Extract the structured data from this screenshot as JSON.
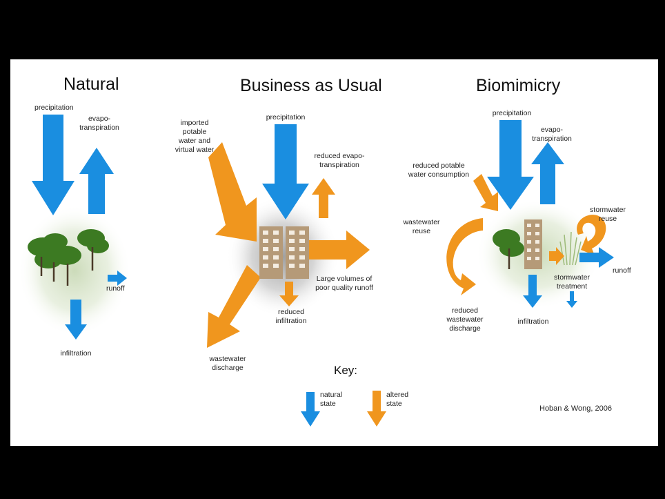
{
  "colors": {
    "natural": "#1a8ee0",
    "altered": "#f0961e",
    "building": "#b59a78",
    "tree": "#3c7a22",
    "background": "#000000",
    "panel": "#ffffff"
  },
  "titles": {
    "natural": "Natural",
    "bau": "Business as Usual",
    "bio": "Biomimicry"
  },
  "natural_panel": {
    "precipitation": "precipitation",
    "evapotranspiration": "evapo-\ntranspiration",
    "runoff": "runoff",
    "infiltration": "infiltration"
  },
  "bau_panel": {
    "imported": "imported\npotable\nwater and\nvirtual water",
    "precipitation": "precipitation",
    "reduced_evapo": "reduced evapo-\ntranspiration",
    "runoff": "Large volumes of\npoor quality runoff",
    "reduced_infiltration": "reduced\ninfiltration",
    "wastewater": "wastewater\ndischarge"
  },
  "bio_panel": {
    "precipitation": "precipitation",
    "evapotranspiration": "evapo-\ntranspiration",
    "reduced_potable": "reduced potable\nwater consumption",
    "wastewater_reuse": "wastewater\nreuse",
    "stormwater_reuse": "stormwater\nreuse",
    "runoff": "runoff",
    "stormwater_treatment": "stormwater\ntreatment",
    "infiltration": "infiltration",
    "reduced_wastewater": "reduced\nwastewater\ndischarge"
  },
  "key": {
    "title": "Key:",
    "natural": "natural\nstate",
    "altered": "altered\nstate"
  },
  "credit": "Hoban & Wong, 2006"
}
